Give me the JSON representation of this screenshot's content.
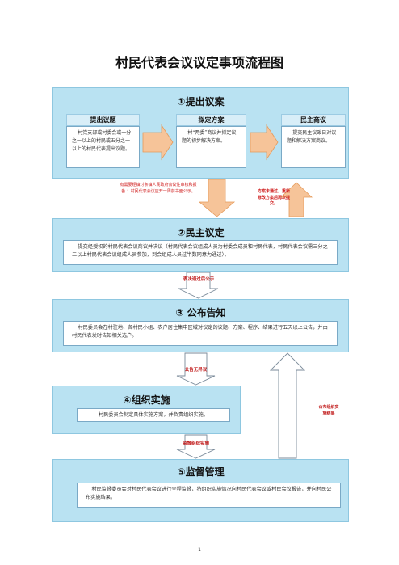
{
  "title": "村民代表会议议定事项流程图",
  "stage1": {
    "title": "①提出议案",
    "columns": [
      {
        "header": "提出议题",
        "text": "村党支部或村委会或十分之一以上的村民或五分之一以上的村民代表提出议题。"
      },
      {
        "header": "拟定方案",
        "text": "村“两委”商议并拟定议题的初步解决方案。"
      },
      {
        "header": "民主商议",
        "text": "提交民主议政日对议题和解决方案商议。"
      }
    ],
    "note_left": "有需要经镇讨条镇人民政府会议性审核和报备 ：村民代表会议应开一周前书面公示。",
    "note_right": "方案未通过，重新修改方案后再次提交。"
  },
  "stage2": {
    "title": "②民主议定",
    "text": "提交经授权的村民代表会议商议并决议（村民代表会议组成人员为村委会成员和村民代表，村民代表会议需三分之二以上村民代表会议组成人员参加，到会组成人员过半数同意为通过）。"
  },
  "link2_3": "表决通过后公示",
  "stage3": {
    "title": "③ 公布告知",
    "text": "村民委员会在村驻地、各村民小组、农户居住集中区域对议定的议题、方案、程序、结果进行五天以上公告，并由村民代表发时告知相关选户。"
  },
  "link3_4": "公告无异议",
  "stage4": {
    "title": "④组织实施",
    "text": "村民委员会制定具体实施方案，并负责组织实施。",
    "side_label": "公布组织实施结果"
  },
  "link4_5": "监督组织实施",
  "stage5": {
    "title": "⑤监督管理",
    "text": "村民监督委员会对村民代表会议进行全程监督，将组织实施情况向村民代表会议或村民会议报告，并向村民公布实施结果。"
  },
  "page_number": "1",
  "colors": {
    "panel": "#b9e2f2",
    "arrow_fill": "#f6c499",
    "arrow_stroke": "#e59a5a",
    "red_text": "#c01818"
  }
}
